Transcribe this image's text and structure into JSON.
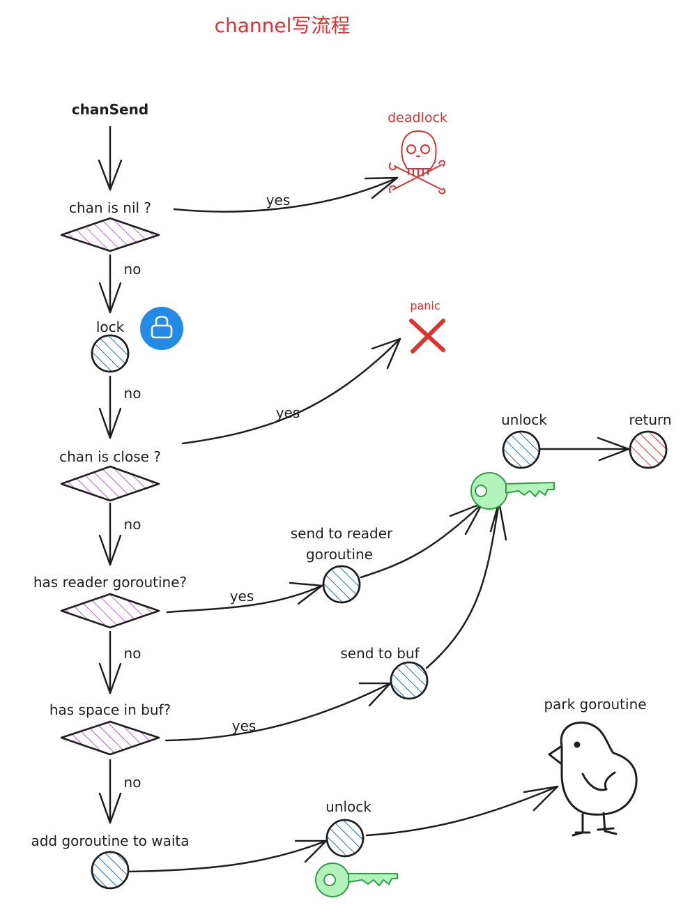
{
  "title": "channel写流程",
  "nodes": {
    "start": "chanSend",
    "nil_check": "chan is nil ?",
    "deadlock": "deadlock",
    "lock": "lock",
    "panic": "panic",
    "close_check": "chan is close ?",
    "unlock_top": "unlock",
    "return": "return",
    "reader_check": "has reader goroutine?",
    "send_reader_line1": "send to reader",
    "send_reader_line2": "goroutine",
    "space_check": "has space in buf?",
    "send_buf": "send to buf",
    "park": "park goroutine",
    "add_wait": "add goroutine to waita",
    "unlock_bottom": "unlock"
  },
  "edges": {
    "nil_yes": "yes",
    "nil_no": "no",
    "lock_no": "no",
    "close_yes": "yes",
    "close_no": "no",
    "reader_yes": "yes",
    "reader_no": "no",
    "space_yes": "yes",
    "space_no": "no"
  },
  "colors": {
    "ink": "#1e1e1e",
    "red": "#e03131",
    "blue_hatch": "#1971c2",
    "red_hatch": "#e03131",
    "purple_hatch": "#be4bdb",
    "lock_badge": "#228be6",
    "key_fill": "#b2f2bb",
    "key_stroke": "#2f9e44"
  },
  "icons": [
    "skull-icon",
    "cross-icon",
    "lock-icon",
    "key-icon",
    "bird-icon"
  ]
}
